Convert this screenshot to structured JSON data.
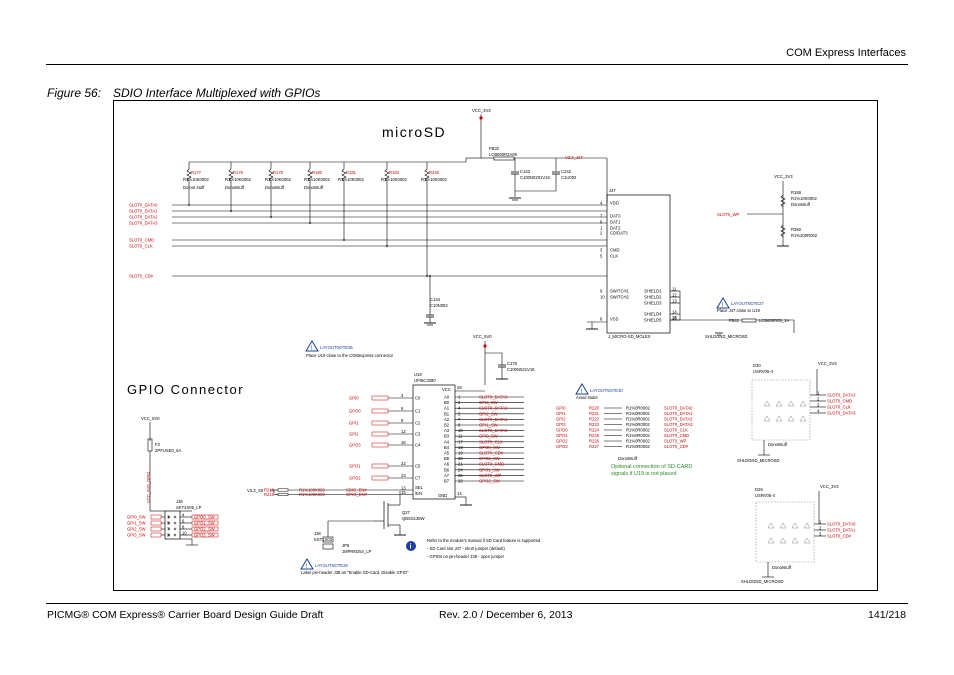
{
  "header": {
    "title": "COM Express Interfaces"
  },
  "figure": {
    "number": "Figure 56:",
    "title": "SDIO Interface Multiplexed with GPIOs"
  },
  "schematic": {
    "section_microsd": "microSD",
    "section_gpio": "GPIO Connector",
    "power": {
      "vcc_3v3": "VCC_3V3",
      "v33_j47": "V3.3_J47",
      "v33_s0": "V3.3_S0",
      "vcc_5v0": "VCC_5V0"
    },
    "ferrite": {
      "ref": "FB32",
      "val": "LCB600R2A05"
    },
    "caps": [
      {
        "ref": "C143",
        "val": "C100N0201V16"
      },
      {
        "ref": "C242",
        "val": "C1U002"
      },
      {
        "ref": "C144",
        "val": "C10N002"
      },
      {
        "ref": "C175",
        "val": "C100N021V16"
      }
    ],
    "pullups": [
      {
        "ref": "R177",
        "val": "R1%10K0002",
        "note": "Do not stuff"
      },
      {
        "ref": "R179",
        "val": "R1%10K0002",
        "note": "Donotstuff"
      },
      {
        "ref": "R178",
        "val": "R1%10K0002",
        "note": "Donotstuff"
      },
      {
        "ref": "R180",
        "val": "R1%10K0002",
        "note": "Donotstuff"
      },
      {
        "ref": "R181",
        "val": "R1%10K0002",
        "note": ""
      },
      {
        "ref": "R182",
        "val": "R1%10K0002",
        "note": ""
      },
      {
        "ref": "R226",
        "val": "R1%10K0002",
        "note": ""
      }
    ],
    "sd_nets": [
      "SLOT0_DATA0",
      "SLOT0_DATA1",
      "SLOT0_DATA2",
      "SLOT0_DATA3",
      "SLOT0_CMD",
      "SLOT0_CLK",
      "SLOT0_CD#"
    ],
    "j47": {
      "ref": "J47",
      "name": "J_MICRO-SD_MOLEX",
      "left_pins": [
        "VDD",
        "DAT0",
        "DAT1",
        "DAT2",
        "CD/DAT3",
        "CMD",
        "CLK",
        "SWITCH1",
        "SWITCH2",
        "VSS"
      ],
      "left_nums": [
        "4",
        "7",
        "8",
        "1",
        "2",
        "3",
        "5",
        "9",
        "10",
        "6"
      ],
      "right_pins": [
        "SHIELD1",
        "SHIELD2",
        "SHIELD3",
        "SHIELD4",
        "SHIELD5"
      ],
      "right_nums": [
        "11",
        "12",
        "13",
        "14",
        "15",
        "16"
      ]
    },
    "wp": {
      "net": "SLOT0_WP",
      "r_top": "R159",
      "r_top_val": "R1%10K0002",
      "r_top_note": "Donotstuff",
      "r_bot": "R360",
      "r_bot_val": "R1%200R002"
    },
    "note27": {
      "ref": "LAYOUTNOTE27",
      "text": "Place J47 close to U19"
    },
    "fb_shield": {
      "ref": "FB41",
      "val": "LCB600R05_1A",
      "net": "SHLDGND_MICROSD"
    },
    "note36": {
      "ref": "LAYOUTNOTE36",
      "text": "Place U19 close to the COMexpress connector"
    },
    "u19": {
      "ref": "U19",
      "val": "UPI5C3390",
      "vcc": "VCC",
      "gnd": "GND",
      "sel": "SEL",
      "en": "/EN",
      "vcc_pin": "28",
      "gnd_pin": "14"
    },
    "mux_left": [
      {
        "net": "GPI0",
        "pin": "3",
        "name": "C0"
      },
      {
        "net": "GPO0",
        "pin": "6",
        "name": "C1"
      },
      {
        "net": "GPI1",
        "pin": "9",
        "name": "C2"
      },
      {
        "net": "GPI2",
        "pin": "12",
        "name": "C3"
      },
      {
        "net": "GPO3",
        "pin": "16",
        "name": "C4"
      },
      {
        "net": "GPO1",
        "pin": "22",
        "name": "C5"
      },
      {
        "net": "GPO2",
        "pin": "23",
        "name": "C7"
      }
    ],
    "mux_right": [
      {
        "pin": "1",
        "net": "SLOT0_DATA3"
      },
      {
        "pin": "2",
        "net": "GPI3_SW"
      },
      {
        "pin": "4",
        "net": "SLOT0_DATA2"
      },
      {
        "pin": "5",
        "net": "GPI2_SW"
      },
      {
        "pin": "7",
        "net": "SLOT0_DATA1"
      },
      {
        "pin": "8",
        "net": "GPI1_SW"
      },
      {
        "pin": "10",
        "net": "SLOT0_DATA0"
      },
      {
        "pin": "11",
        "net": "GPI0_SW"
      },
      {
        "pin": "17",
        "net": "SLOT0_CLK"
      },
      {
        "pin": "18",
        "net": "GPO0_SW"
      },
      {
        "pin": "19",
        "net": "SLOT0_CD#"
      },
      {
        "pin": "20",
        "net": "GPO3_SW"
      },
      {
        "pin": "21",
        "net": "SLOT0_CMD"
      },
      {
        "pin": "24",
        "net": "GPO1_SW"
      },
      {
        "pin": "25",
        "net": "SLOT0_WP"
      },
      {
        "pin": "26",
        "net": "GPO2_SW"
      }
    ],
    "sel_nets": [
      {
        "ref": "R218",
        "val": "R1%100K002",
        "net": "SDIO_EN#",
        "pin": "13"
      },
      {
        "ref": "R219",
        "val": "R1%100K002",
        "net": "GPIO_EN#",
        "pin": "15"
      }
    ],
    "note30": {
      "ref": "LAYOUTNOTE30",
      "text": "Avoid stubs"
    },
    "series_res": [
      {
        "gpio": "GPI0",
        "ref": "R220",
        "val": "R1%0R0002",
        "net": "SLOT0_DATA0"
      },
      {
        "gpio": "GPI1",
        "ref": "R221",
        "val": "R1%0R0002",
        "net": "SLOT0_DATA1"
      },
      {
        "gpio": "GPI2",
        "ref": "R222",
        "val": "R1%0R0002",
        "net": "SLOT0_DATA2"
      },
      {
        "gpio": "GPI3",
        "ref": "R223",
        "val": "R1%0R0002",
        "net": "SLOT0_DATA3"
      },
      {
        "gpio": "GPO0",
        "ref": "R224",
        "val": "R1%0R0002",
        "net": "SLOT0_CLK"
      },
      {
        "gpio": "GPO1",
        "ref": "R225",
        "val": "R1%0R0002",
        "net": "SLOT0_CMD"
      },
      {
        "gpio": "GPO2",
        "ref": "R226",
        "val": "R1%0R0002",
        "net": "SLOT0_WP"
      },
      {
        "gpio": "GPO3",
        "ref": "R227",
        "val": "R1%0R0002",
        "net": "SLOT0_CD#"
      }
    ],
    "series_note": "Donotstuff",
    "optional_text": [
      "Optional connection of SD-CARD",
      "signals if U19 is not placed"
    ],
    "d30": {
      "ref": "D30",
      "val": "USRV05-4",
      "nets": [
        "SLOT0_DATA2",
        "SLOT0_CMD",
        "SLOT0_CLK",
        "SLOT0_DATA3"
      ],
      "note": "Donotstuff",
      "gnd": "SHLDGND_MICROSD"
    },
    "d29": {
      "ref": "D29",
      "val": "USRV05-4",
      "nets": [
        "SLOT0_DATA0",
        "SLOT0_DATA1",
        "SLOT0_CD#"
      ],
      "note": "Donotstuff",
      "gnd": "SHLDGND_MICROSD"
    },
    "fuse": {
      "ref": "F3",
      "val": "ZPFUSE0_5A",
      "net": "VCC_5V0_GPIO"
    },
    "j36": {
      "ref": "J36",
      "val": "SKT2X05_LP",
      "left": [
        "GPI0_SW",
        "GPI1_SW",
        "GPI2_SW",
        "GPI3_SW"
      ],
      "right": [
        "GPO0_SW",
        "GPO1_SW",
        "GPO2_SW",
        "GPO3_SW"
      ]
    },
    "j38": {
      "ref": "J38",
      "val": "KST1X03",
      "j_ref": "JP5",
      "j_val": "JMPRM254_LP"
    },
    "q27": {
      "ref": "Q27",
      "val": "QBSS138W"
    },
    "note28": {
      "ref": "LAYOUTNOTE28",
      "text": "Label pin-header J38 as \"Enable SD-Card, Disable GPIO\""
    },
    "info": [
      "Refer to the module's manual if SD Card feature is supported",
      "- SD Card slot J47 - short jumper (default)",
      "- GPIOs on pin-header J38 - open jumper"
    ]
  },
  "footer": {
    "left": "PICMG® COM Express® Carrier Board Design Guide Draft",
    "mid": "Rev. 2.0 / December 6, 2013",
    "right": "141/218"
  }
}
